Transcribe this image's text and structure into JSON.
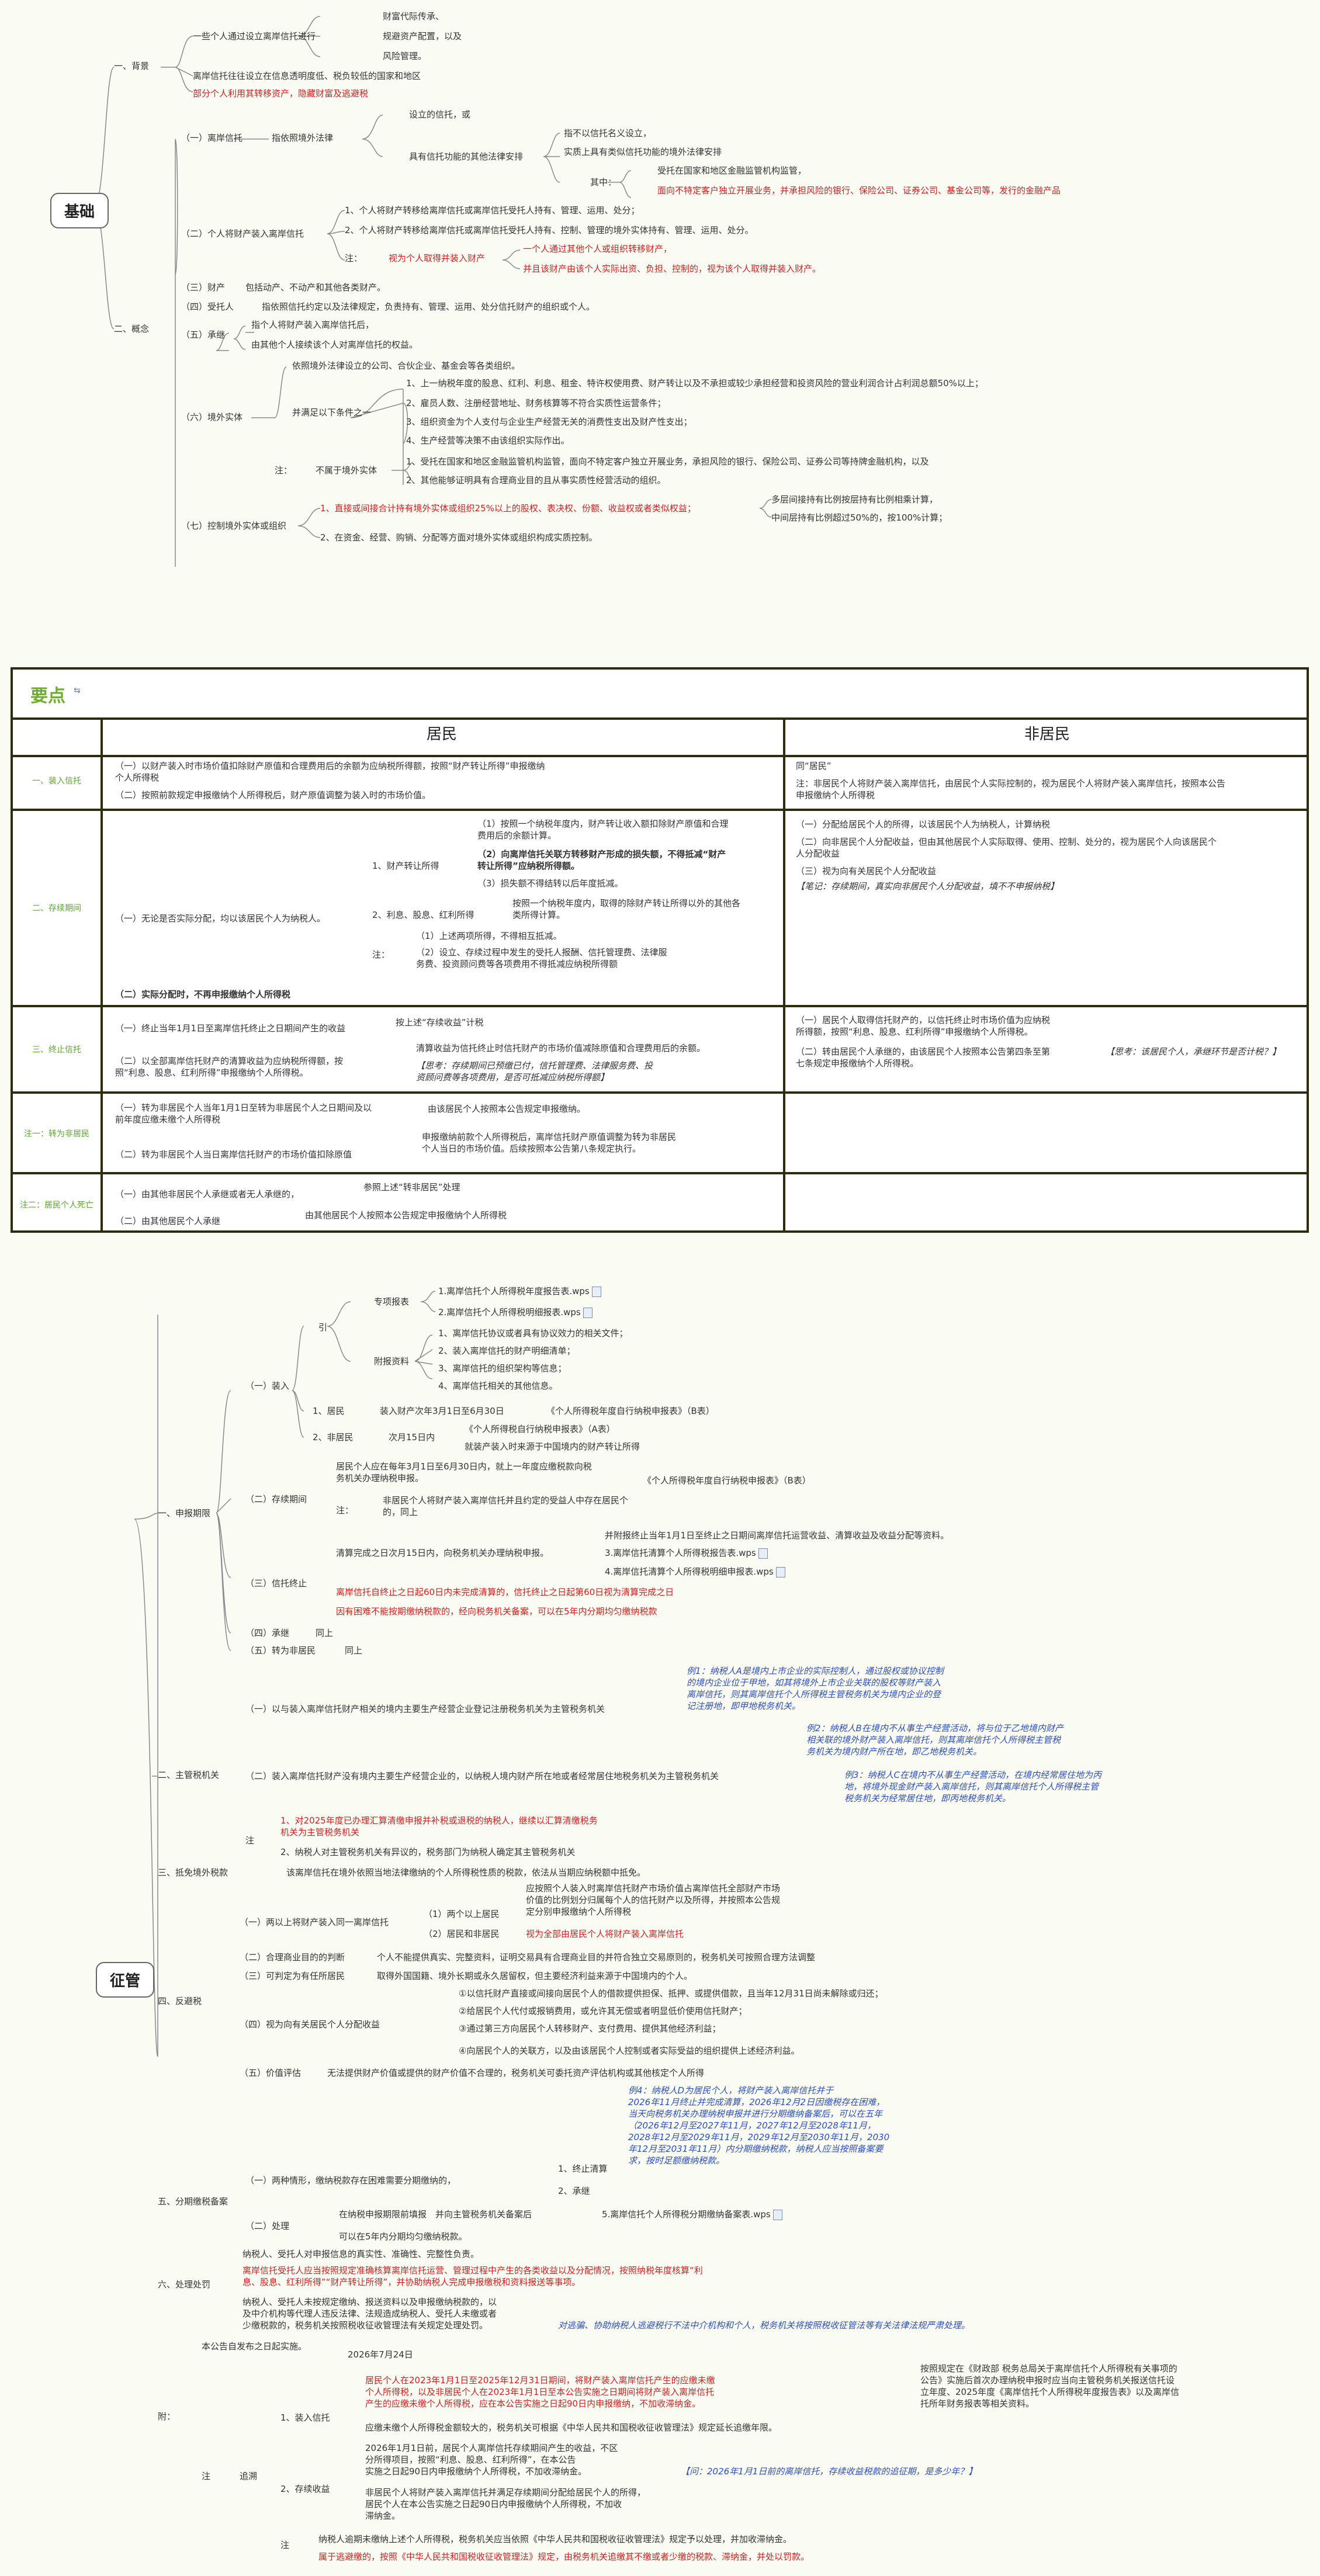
{
  "s1": {
    "root": "基础",
    "bg": {
      "label": "一、背景",
      "l1": "一些个人通过设立离岸信托进行",
      "a": "财富代际传承、",
      "b": "规避资产配置，以及",
      "c": "风险管理。",
      "l2": "离岸信托往往设立在信息透明度低、税负较低的国家和地区",
      "l3": "部分个人利用其转移资产，隐藏财富及逃避税"
    },
    "gn": {
      "label": "二、概念",
      "lia": "（一）离岸信托",
      "lia_dash": "指依照境外法律",
      "lia1": "设立的信托，或",
      "lia2": "具有信托功能的其他法律安排",
      "x1": "指不以信托名义设立，",
      "x2": "实质上具有类似信托功能的境外法律安排",
      "x3": "其中：",
      "x3a": "受托在国家和地区金融监管机构监管，",
      "x3b": "面向不特定客户独立开展业务，并承担风险的银行、保险公司、证券公司、基金公司等，发行的金融产品",
      "ger": "（二）个人将财产装入离岸信托",
      "ger1": "1、个人将财产转移给离岸信托或离岸信托受托人持有、管理、运用、处分；",
      "ger2": "2、个人将财产转移给离岸信托或离岸信托受托人持有、控制、管理的境外实体持有、管理、运用、处分。",
      "gzhu": "注：",
      "gzhu_l": "视为个人取得并装入财产",
      "gzhu1": "一个人通过其他个人或组织转移财产，",
      "gzhu2": "并且该财产由该个人实际出资、负担、控制的，视为该个人取得并装入财产。",
      "cc": "（三）财产",
      "cc1": "包括动产、不动产和其他各类财产。",
      "syr": "（四）受托人",
      "syr1": "指依照信托约定以及法律规定，负责持有、管理、运用、处分信托财产的组织或个人。",
      "cj": "（五）承继",
      "cj1": "指个人将财产装入离岸信托后，",
      "cj2": "由其他个人接续该个人对离岸信托的权益。",
      "jw": "（六）境外实体",
      "jw0": "依照境外法律设立的公司、合伙企业、基金会等各类组织。",
      "jw_c": "并满足以下条件之一",
      "jw1": "1、上一纳税年度的股息、红利、利息、租金、特许权使用费、财产转让以及不承担或较少承担经营和投资风险的营业利润合计占利润总额50%以上；",
      "jw2": "2、雇员人数、注册经营地址、财务核算等不符合实质性运营条件；",
      "jw3": "3、组织资金为个人支付与企业生产经营无关的消费性支出及财产性支出；",
      "jw4": "4、生产经营等决策不由该组织实际作出。",
      "jwz": "注：",
      "jwz_l": "不属于境外实体",
      "jwz1": "1、受托在国家和地区金融监管机构监管，面向不特定客户独立开展业务，承担风险的银行、保险公司、证券公司等持牌金融机构，以及",
      "jwz2": "2、其他能够证明具有合理商业目的且从事实质性经营活动的组织。",
      "kz": "（七）控制境外实体或组织",
      "kz1": "1、直接或间接合计持有境外实体或组织25%以上的股权、表决权、份额、收益权或者类似权益；",
      "kz1a": "多层间接持有比例按层持有比例相乘计算，",
      "kz1b": "中间层持有比例超过50%的，按100%计算；",
      "kz2": "2、在资金、经营、购销、分配等方面对境外实体或组织构成实质控制。"
    }
  },
  "table": {
    "title": "要点",
    "col_res": "居民",
    "col_non": "非居民",
    "r1": {
      "head": "一、装入信托",
      "a1": "（一）以财产装入时市场价值扣除财产原值和合理费用后的余额为应纳税所得额，按照“财产转让所得”申报缴纳",
      "a1b": "个人所得税",
      "a2": "（二）按照前款规定申报缴纳个人所得税后，财产原值调整为装入时的市场价值。",
      "n0": "同“居民”",
      "n1": "注：非居民个人将财产装入离岸信托，由居民个人实际控制的，视为居民个人将财产装入离岸信托，按照本公告",
      "n1b": "申报缴纳个人所得税"
    },
    "r2": {
      "head": "二、存续期间",
      "main": "（一）无论是否实际分配，均以该居民个人为纳税人。",
      "t1": "1、财产转让所得",
      "t1a": "（1）按照一个纳税年度内，财产转让收入额扣除财产原值和合理",
      "t1a2": "费用后的余额计算。",
      "t1b": "（2）向离岸信托关联方转移财产形成的损失额，不得抵减“财产",
      "t1b2": "转让所得”应纳税所得额。",
      "t1c": "（3）损失额不得结转以后年度抵减。",
      "t2": "2、利息、股息、红利所得",
      "t2a": "按照一个纳税年度内，取得的除财产转让所得以外的其他各",
      "t2a2": "类所得计算。",
      "z": "注：",
      "z1": "（1）上述两项所得，不得相互抵减。",
      "z2": "（2）设立、存续过程中发生的受托人报酬、信托管理费、法律服",
      "z2b": "务费、投资顾问费等各项费用不得抵减应纳税所得额",
      "b2": "（二）实际分配时，不再申报缴纳个人所得税",
      "n1": "（一）分配给居民个人的所得，以该居民个人为纳税人，计算纳税",
      "n2": "（二）向非居民个人分配收益，但由其他居民个人实际取得、使用、控制、处分的，视为居民个人向该居民个",
      "n2b": "人分配收益",
      "n3": "（三）视为向有关居民个人分配收益",
      "n4": "【笔记：存续期间，真实向非居民个人分配收益，填不不申报纳税】"
    },
    "r3": {
      "head": "三、终止信托",
      "a1": "（一）终止当年1月1日至离岸信托终止之日期间产生的收益",
      "a1r": "按上述“存续收益”计税",
      "a2": "（二）以全部离岸信托财产的清算收益为应纳税所得额，按",
      "a2b": "照“利息、股息、红利所得”申报缴纳个人所得税。",
      "a2r": "清算收益为信托终止时信托财产的市场价值减除原值和合理费用后的余额。",
      "a2n": "【思考：存续期间已预缴已付，信托管理费、法律服务费、投",
      "a2n2": "资顾问费等各项费用，是否可抵减应纳税所得额】",
      "n1": "（一）居民个人取得信托财产的，以信托终止时市场价值为应纳税",
      "n1b": "所得额，按照“利息、股息、红利所得”申报缴纳个人所得税。",
      "n2": "（二）转由居民个人承继的，由该居民个人按照本公告第四条至第",
      "n2b": "七条规定申报缴纳个人所得税。",
      "n2r": "【思考：该居民个人，承继环节是否计税？】"
    },
    "r4": {
      "head": "注一：转为非居民",
      "a1": "（一）转为非居民个人当年1月1日至转为非居民个人之日期间及以",
      "a1b": "前年度应缴未缴个人所得税",
      "a1r": "由该居民个人按照本公告规定申报缴纳。",
      "a2": "（二）转为非居民个人当日离岸信托财产的市场价值扣除原值",
      "a2r": "申报缴纳前款个人所得税后，离岸信托财产原值调整为转为非居民",
      "a2r2": "个人当日的市场价值。后续按照本公告第八条规定执行。"
    },
    "r5": {
      "head": "注二：居民个人死亡",
      "a1": "（一）由其他非居民个人承继或者无人承继的，",
      "a1r": "参照上述“转非居民”处理",
      "a2": "（二）由其他居民个人承继",
      "a2r": "由其他居民个人按照本公告规定申报缴纳个人所得税"
    }
  },
  "s3": {
    "root": "征管",
    "sb": {
      "label": "一、申报期限",
      "zr": "（一）装入",
      "yin": "引",
      "zxbb": "专项报表",
      "f1": "1.离岸信托个人所得税年度报告表.wps",
      "f2": "2.离岸信托个人所得税明细报表.wps",
      "fjzl": "附报资料",
      "fz1": "1、离岸信托协议或者具有协议效力的相关文件；",
      "fz2": "2、装入离岸信托的财产明细清单；",
      "fz3": "3、离岸信托的组织架构等信息；",
      "fz4": "4、离岸信托相关的其他信息。",
      "jm": "1、居民",
      "jm_t": "装入财产次年3月1日至6月30日",
      "jm_f": "《个人所得税年度自行纳税申报表》（B表）",
      "fjm": "2、非居民",
      "fjm_t": "次月15日内",
      "fjm_f": "《个人所得税自行纳税申报表》（A表）",
      "fjm_n": "就装产装入时来源于中国境内的财产转让所得",
      "cx": "（二）存续期间",
      "cx1": "居民个人应在每年3月1日至6月30日内，就上一年度应缴税款向税",
      "cx1b": "务机关办理纳税申报。",
      "cx1f": "《个人所得税年度自行纳税申报表》（B表）",
      "cxz": "注：",
      "cxz1": "非居民个人将财产装入离岸信托并且约定的受益人中存在居民个",
      "cxz2": "的，同上",
      "zz": "（三）信托终止",
      "zz1": "清算完成之日次月15日内，向税务机关办理纳税申报。",
      "zz1a": "并附报终止当年1月1日至终止之日期间离岸信托运营收益、清算收益及收益分配等资料。",
      "f3": "3.离岸信托清算个人所得税报告表.wps",
      "f4": "4.离岸信托清算个人所得税明细申报表.wps",
      "zz2": "离岸信托自终止之日起60日内未完成清算的，信托终止之日起第60日视为清算完成之日",
      "zz3": "因有困难不能按期缴纳税款的，经向税务机关备案，可以在5年内分期均匀缴纳税款",
      "cj": "（四）承继",
      "cj1": "同上",
      "zfjm": "（五）转为非居民",
      "zfjm1": "同上"
    },
    "zg": {
      "label": "二、主管税机关",
      "a": "（一）以与装入离岸信托财产相关的境内主要生产经营企业登记注册税务机关为主管税务机关",
      "a_ex": "例1：纳税人A是境内上市企业的实际控制人，通过股权或协议控制",
      "a_ex2": "的境内企业位于甲地，如其将境外上市企业关联的股权等财产装入",
      "a_ex3": "离岸信托，则其离岸信托个人所得税主管税务机关为境内企业的登",
      "a_ex4": "记注册地，即甲地税务机关。",
      "b": "（二）装入离岸信托财产没有境内主要生产经营企业的，以纳税人境内财产所在地或者经常居住地税务机关为主管税务机关",
      "b_ex": "例2：纳税人B在境内不从事生产经营活动，将与位于乙地境内财产",
      "b_ex2": "相关联的境外财产装入离岸信托，则其离岸信托个人所得税主管税",
      "b_ex3": "务机关为境内财产所在地，即乙地税务机关。",
      "b_ex4": "例3：纳税人C在境内不从事生产经营活动，在境内经常居住地为丙",
      "b_ex5": "地，将境外现金财产装入离岸信托，则其离岸信托个人所得税主管",
      "b_ex6": "税务机关为经常居住地，即丙地税务机关。",
      "z": "注",
      "z1": "1、对2025年度已办理汇算清缴申报并补税或退税的纳税人，继续以汇算清缴税务",
      "z1b": "机关为主管税务机关",
      "z2": "2、纳税人对主管税务机关有异议的，税务部门为纳税人确定其主管税务机关"
    },
    "dm": {
      "label": "三、抵免境外税款",
      "t": "该离岸信托在境外依照当地法律缴纳的个人所得税性质的税款，依法从当期应纳税额中抵免。"
    },
    "fb": {
      "label": "四、反避税",
      "a": "（一）两以上将财产装入同一离岸信托",
      "a0": "应按照个人装入时离岸信托财产市场价值占离岸信托全部财产市场",
      "a0b": "价值的比例划分归属每个人的信托财产以及所得，并按照本公告规",
      "a0c": "定分别申报缴纳个人所得税",
      "a1": "（1）两个以上居民",
      "a2": "（2）居民和非居民",
      "a2r": "视为全部由居民个人将财产装入离岸信托",
      "b": "（二）合理商业目的的判断",
      "b1": "个人不能提供真实、完整资料，证明交易具有合理商业目的并符合独立交易原则的，税务机关可按照合理方法调整",
      "c": "（三）可判定为有任所居民",
      "c1": "取得外国国籍、境外长期或永久居留权，但主要经济利益来源于中国境内的个人。",
      "d": "（四）视为向有关居民个人分配收益",
      "d1": "①以信托财产直接或间接向居民个人的借款提供担保、抵押、或提供借款，且当年12月31日尚未解除或归还；",
      "d2": "②给居民个人代付或报销费用，或允许其无偿或者明显低价使用信托财产；",
      "d3": "③通过第三方向居民个人转移财产、支付费用、提供其他经济利益；",
      "d4": "④向居民个人的关联方，以及由该居民个人控制或者实际受益的组织提供上述经济利益。",
      "e": "（五）价值评估",
      "e1": "无法提供财产价值或提供的财产价值不合理的，税务机关可委托资产评估机构或其他核定个人所得",
      "e_ex": "例4：纳税人D为居民个人，将财产装入离岸信托并于",
      "e_ex2": "2026年11月终止并完成清算，2026年12月2日因缴税存在困难，",
      "e_ex3": "当天向税务机关办理纳税申报并进行分期缴纳备案后，可以在五年",
      "e_ex4": "（2026年12月至2027年11月，2027年12月至2028年11月，",
      "e_ex5": "2028年12月至2029年11月，2029年12月至2030年11月，2030",
      "e_ex6": "年12月至2031年11月）内分期缴纳税款，纳税人应当按照备案要",
      "e_ex7": "求，按时足额缴纳税款。"
    },
    "fq": {
      "label": "五、分期缴税备案",
      "a": "（一）两种情形，缴纳税款存在困难需要分期缴纳的，",
      "a1": "1、终止清算",
      "a2": "2、承继",
      "b": "（二）处理",
      "b1": "在纳税申报期限前填报",
      "b1b": "并向主管税务机关备案后",
      "f5": "5.离岸信托个人所得税分期缴纳备案表.wps",
      "b2": "可以在5年内分期均匀缴纳税款。"
    },
    "cl": {
      "label": "六、处理处罚",
      "a": "纳税人、受托人对申报信息的真实性、准确性、完整性负责。",
      "b": "离岸信托受托人应当按照规定准确核算离岸信托运营、管理过程中产生的各类收益以及分配情况，按照纳税年度核算“利",
      "b2": "息、股息、红利所得”“财产转让所得”，并协助纳税人完成申报缴税和资料报送等事项。",
      "c": "纳税人、受托人未按规定缴纳、报送资料以及申报缴纳税款的，以",
      "c2": "及中介机构等代理人违反法律、法规造成纳税人、受托人未缴或者",
      "c3": "少缴税款的，税务机关按照税收征收管理法有关规定处理处罚。",
      "cn": "对逃骗、协助纳税人逃避税行不法中介机构和个人，税务机关将按照税收征管法等有关法律法规严肃处理。"
    },
    "fu": {
      "label": "附：",
      "a": "本公告自发布之日起实施。",
      "a1": "2026年7月24日",
      "zh": "注",
      "zs": "追溯",
      "b": "1、装入信托",
      "b1": "居民个人在2023年1月1日至2025年12月31日期间，将财产装入离岸信托产生的应缴未缴",
      "b2": "个人所得税，以及非居民个人在2023年1月1日至本公告实施之日期间将财产装入离岸信托",
      "b3": "产生的应缴未缴个人所得税，应在本公告实施之日起90日内申报缴纳，不加收滞纳金。",
      "br": "按照规定在《财政部 税务总局关于离岸信托个人所得税有关事项的",
      "br2": "公告》实施后首次办理纳税申报时应当向主管税务机关报送信托设",
      "br3": "立年度、2025年度《离岸信托个人所得税年度报告表》以及离岸信",
      "br4": "托所年财务报表等相关资料。",
      "b4": "应缴未缴个人所得税金额较大的，税务机关可根据《中华人民共和国税收征收管理法》规定延长追缴年限。",
      "c": "2、存续收益",
      "c1": "2026年1月1日前，居民个人离岸信托存续期间产生的收益，不区",
      "c2": "分所得项目，按照“利息、股息、红利所得”，在本公告",
      "c3": "实施之日起90日内申报缴纳个人所得税，不加收滞纳金。",
      "cn": "【问：2026年1月1日前的离岸信托，存续收益税款的追征期，是多少年？】",
      "c4": "非居民个人将财产装入离岸信托并满足存续期间分配给居民个人的所得，",
      "c5": "居民个人在本公告实施之日起90日内申报缴纳个人所得税，不加收",
      "c6": "滞纳金。",
      "z": "注",
      "z1": "纳税人逾期未缴纳上述个人所得税，税务机关应当依照《中华人民共和国税收征收管理法》规定予以处理，并加收滞纳金。",
      "z2": "属于逃避缴的，按照《中华人民共和国税收征收管理法》规定，由税务机关追缴其不缴或者少缴的税款、滞纳金，并处以罚款。"
    }
  }
}
